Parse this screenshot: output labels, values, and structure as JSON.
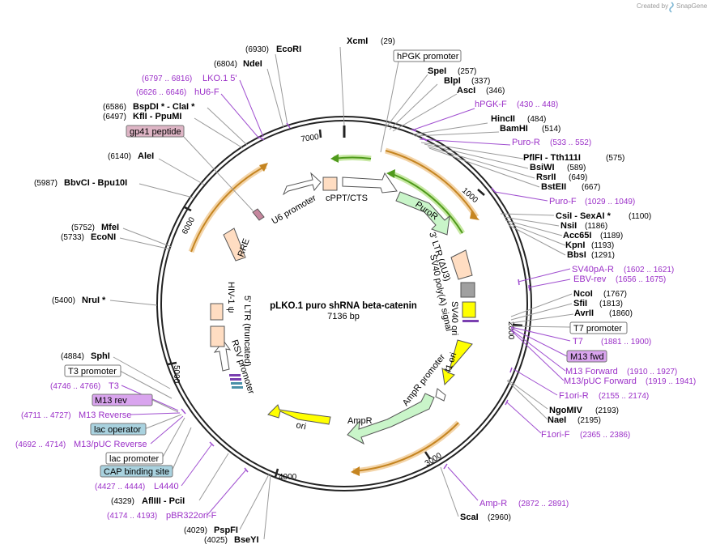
{
  "map": {
    "title": "pLKO.1 puro shRNA beta-catenin",
    "size_label": "7136 bp",
    "total_bp": 7136,
    "watermark": "Created by",
    "watermark_brand": "SnapGene",
    "tick_labels": [
      "1000",
      "2000",
      "3000",
      "4000",
      "5000",
      "6000",
      "7000"
    ]
  },
  "colors": {
    "enzyme": "#000000",
    "primer": "#9b30c8",
    "backbone": "#222222",
    "puroR": "#c9f5c9",
    "ampR": "#c9f5c9",
    "ori": "#ffff00",
    "misc_feature": "#ffddc2",
    "promoter": "#ffffff",
    "orf_arrow": "#e6a53c",
    "green_arrow": "#4f9a1b",
    "gp41_badge": "#deb5c5",
    "m13_badge": "#d9a4ee",
    "blue_badge": "#a9d2df"
  },
  "enzymes_right": [
    {
      "name": "XcmI",
      "pos": "(29)"
    },
    {
      "name": "SpeI",
      "pos": "(257)"
    },
    {
      "name": "BlpI",
      "pos": "(337)"
    },
    {
      "name": "AscI",
      "pos": "(346)"
    },
    {
      "name": "HincII",
      "pos": "(484)"
    },
    {
      "name": "BamHI",
      "pos": "(514)"
    },
    {
      "name": "PflFI  - Tth111I",
      "pos": "(575)"
    },
    {
      "name": "BsiWI",
      "pos": "(589)"
    },
    {
      "name": "RsrII",
      "pos": "(649)"
    },
    {
      "name": "BstEII",
      "pos": "(667)"
    },
    {
      "name": "CsiI  - SexAI *",
      "pos": "(1100)"
    },
    {
      "name": "NsiI",
      "pos": "(1186)"
    },
    {
      "name": "Acc65I",
      "pos": "(1189)"
    },
    {
      "name": "KpnI",
      "pos": "(1193)"
    },
    {
      "name": "BbsI",
      "pos": "(1291)"
    },
    {
      "name": "NcoI",
      "pos": "(1767)"
    },
    {
      "name": "SfiI",
      "pos": "(1813)"
    },
    {
      "name": "AvrII",
      "pos": "(1860)"
    },
    {
      "name": "NgoMIV",
      "pos": "(2193)"
    },
    {
      "name": "NaeI",
      "pos": "(2195)"
    },
    {
      "name": "ScaI",
      "pos": "(2960)"
    }
  ],
  "enzymes_left": [
    {
      "name": "EcoRI",
      "pos": "(6930)"
    },
    {
      "name": "NdeI",
      "pos": "(6804)"
    },
    {
      "name": "BspDI *  - ClaI *",
      "pos": "(6586)"
    },
    {
      "name": "KflI  - PpuMI",
      "pos": "(6497)"
    },
    {
      "name": "AleI",
      "pos": "(6140)"
    },
    {
      "name": "BbvCI   - Bpu10I",
      "pos": "(5987)"
    },
    {
      "name": "MfeI",
      "pos": "(5752)"
    },
    {
      "name": "EcoNI",
      "pos": "(5733)"
    },
    {
      "name": "NruI *",
      "pos": "(5400)"
    },
    {
      "name": "SphI",
      "pos": "(4884)"
    },
    {
      "name": "AflIII  - PciI",
      "pos": "(4329)"
    },
    {
      "name": "PspFI",
      "pos": "(4029)"
    },
    {
      "name": "BseYI",
      "pos": "(4025)"
    }
  ],
  "primers_right": [
    {
      "name": "hPGK-F",
      "pos": "(430 .. 448)"
    },
    {
      "name": "Puro-R",
      "pos": "(533 .. 552)"
    },
    {
      "name": "Puro-F",
      "pos": "(1029 .. 1049)"
    },
    {
      "name": "SV40pA-R",
      "pos": "(1602 .. 1621)"
    },
    {
      "name": "EBV-rev",
      "pos": "(1656 .. 1675)"
    },
    {
      "name": "T7",
      "pos": "(1881 .. 1900)"
    },
    {
      "name": "M13 Forward",
      "pos": "(1910 .. 1927)"
    },
    {
      "name": "M13/pUC Forward",
      "pos": "(1919 .. 1941)"
    },
    {
      "name": "F1ori-R",
      "pos": "(2155 .. 2174)"
    },
    {
      "name": "F1ori-F",
      "pos": "(2365 .. 2386)"
    },
    {
      "name": "Amp-R",
      "pos": "(2872 .. 2891)"
    }
  ],
  "primers_left": [
    {
      "name": "LKO.1 5'",
      "pos": "(6797 .. 6816)"
    },
    {
      "name": "hU6-F",
      "pos": "(6626 .. 6646)"
    },
    {
      "name": "T3",
      "pos": "(4746 .. 4766)"
    },
    {
      "name": "M13 Reverse",
      "pos": "(4711 .. 4727)"
    },
    {
      "name": "M13/pUC Reverse",
      "pos": "(4692 .. 4714)"
    },
    {
      "name": "L4440",
      "pos": "(4427 .. 4444)"
    },
    {
      "name": "pBR322ori-F",
      "pos": "(4174 .. 4193)"
    }
  ],
  "boxed_labels": {
    "hpgk_promoter": "hPGK promoter",
    "t7_promoter": "T7 promoter",
    "m13_fwd": "M13 fwd",
    "gp41_peptide": "gp41 peptide",
    "t3_promoter": "T3 promoter",
    "m13_rev": "M13 rev",
    "lac_operator": "lac operator",
    "lac_promoter": "lac promoter",
    "cap_binding_site": "CAP binding site"
  },
  "features": {
    "u6_promoter": "U6 promoter",
    "cppt_cts": "cPPT/CTS",
    "puror": "PuroR",
    "ltr3": "3' LTR (ΔU3)",
    "sv40_polya": "SV40 poly(A) signal",
    "sv40_ori": "SV40 ori",
    "f1_ori": "f1 ori",
    "ampr_promoter": "AmpR promoter",
    "ampr": "AmpR",
    "ori": "ori",
    "rsv_promoter": "RSV promoter",
    "ltr5": "5' LTR (truncated)",
    "hiv_psi": "HIV-1 ψ",
    "rre": "RRE"
  }
}
